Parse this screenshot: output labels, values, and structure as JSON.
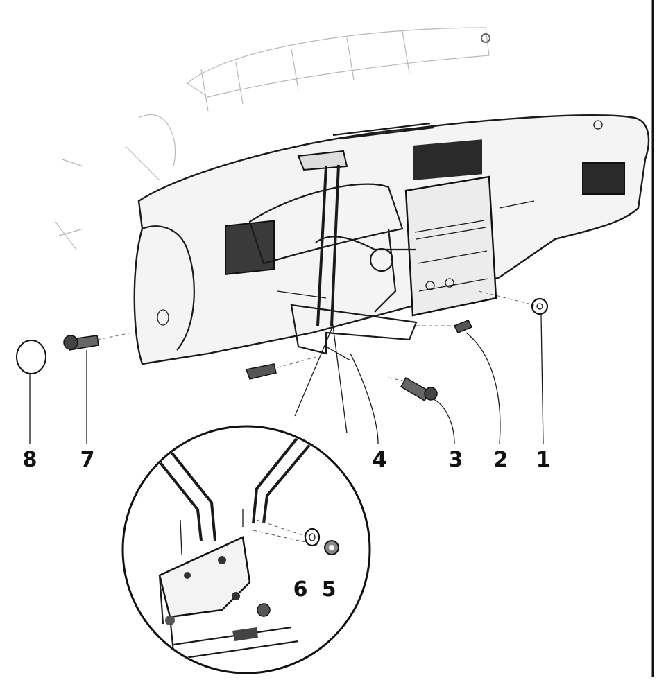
{
  "figure": {
    "subject": "dashboard-assembly-exploded-view",
    "callouts": [
      {
        "id": "1",
        "text": "1",
        "part": "nut"
      },
      {
        "id": "2",
        "text": "2",
        "part": "bolt"
      },
      {
        "id": "3",
        "text": "3",
        "part": "bolt"
      },
      {
        "id": "4",
        "text": "4",
        "part": "bracket"
      },
      {
        "id": "5",
        "text": "5",
        "part": "nut"
      },
      {
        "id": "6",
        "text": "6",
        "part": "washer"
      },
      {
        "id": "7",
        "text": "7",
        "part": "bolt"
      },
      {
        "id": "8",
        "text": "8",
        "part": "cap"
      }
    ]
  },
  "colors": {
    "ink": "#111111",
    "background": "#ffffff",
    "faint": "#b8b8b8",
    "panel_shade": "#e6e6e6",
    "vent_dark": "#2a2a2a"
  }
}
